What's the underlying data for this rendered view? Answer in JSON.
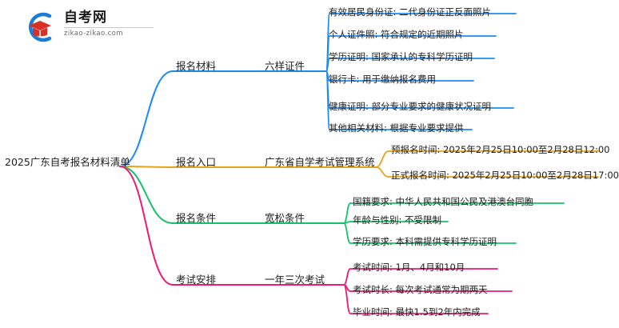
{
  "logo": {
    "title": "自考网",
    "domain": "zikao-zikao.com",
    "mark_icon": "graduation-cap-icon",
    "ring_color": "#1a7fd4",
    "cap_color": "#d93025"
  },
  "mindmap": {
    "root": {
      "label": "2025广东自考报名材料清单"
    },
    "branches": [
      {
        "color": "#1e8bf0",
        "label": "报名材料",
        "child": {
          "label": "六样证件",
          "leaves": [
            "有效居民身份证: 二代身份证正反面照片",
            "个人证件照: 符合规定的近期照片",
            "学历证明: 国家承认的专科学历证明",
            "银行卡: 用于缴纳报名费用",
            "健康证明: 部分专业要求的健康状况证明",
            "其他相关材料: 根据专业要求提供"
          ]
        }
      },
      {
        "color": "#e8a317",
        "label": "报名入口",
        "child": {
          "label": "广东省自学考试管理系统",
          "leaves": [
            "预报名时间: 2025年2月25日10:00至2月28日12:00",
            "正式报名时间: 2025年2月25日10:00至2月28日17:00"
          ]
        }
      },
      {
        "color": "#15c26b",
        "label": "报名条件",
        "child": {
          "label": "宽松条件",
          "leaves": [
            "国籍要求: 中华人民共和国公民及港澳台同胞",
            "年龄与性别: 不受限制",
            "学历要求: 本科需提供专科学历证明"
          ]
        }
      },
      {
        "color": "#ec1b74",
        "label": "考试安排",
        "child": {
          "label": "一年三次考试",
          "leaves": [
            "考试时间: 1月、4月和10月",
            "考试时长: 每次考试通常为期两天",
            "毕业时间: 最快1.5到2年内完成"
          ]
        }
      }
    ]
  }
}
